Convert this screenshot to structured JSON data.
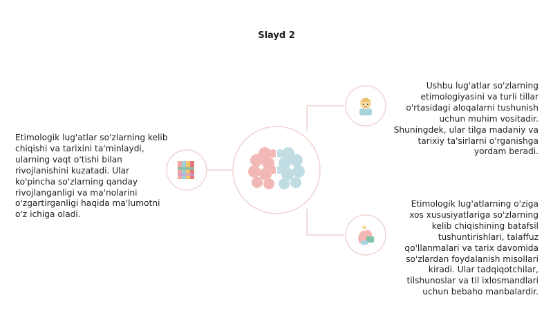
{
  "slide": {
    "title": "Slayd 2",
    "left_text": "Etimologik lug'atlar so'zlarning kelib chiqishi va tarixini ta'minlaydi, ularning vaqt o'tishi bilan rivojlanishini kuzatadi. Ular ko'pincha so'zlarning qanday rivojlanganligi va ma'nolarini o'zgartirganligi haqida ma'lumotni o'z ichiga oladi.",
    "right_top_text": "Ushbu lug'atlar so'zlarning etimologiyasini va turli tillar o'rtasidagi aloqalarni tushunish uchun muhim vositadir. Shuningdek, ular tilga madaniy va tarixiy ta'sirlarni o'rganishga yordam beradi.",
    "right_bottom_text": "Etimologik lug'atlarning o'ziga xos xususiyatlariga so'zlarning kelib chiqishining batafsil tushuntirishlari, talaffuz qo'llanmalari va tarix davomida so'zlardan foydalanish misollari kiradi. Ular tadqiqotchilar, tilshunoslar va til ixlosmandlari uchun bebaho manbalardir."
  },
  "icons": {
    "center": "brain-icon",
    "left": "colorful-books-icon",
    "top_right": "person-face-icon",
    "bottom_right": "hand-holding-icon"
  },
  "colors": {
    "connector": "#e8c6c2",
    "circle_border": "#f0d4d0",
    "brain_left": "#f2b8b5",
    "brain_right": "#bfdde3"
  }
}
